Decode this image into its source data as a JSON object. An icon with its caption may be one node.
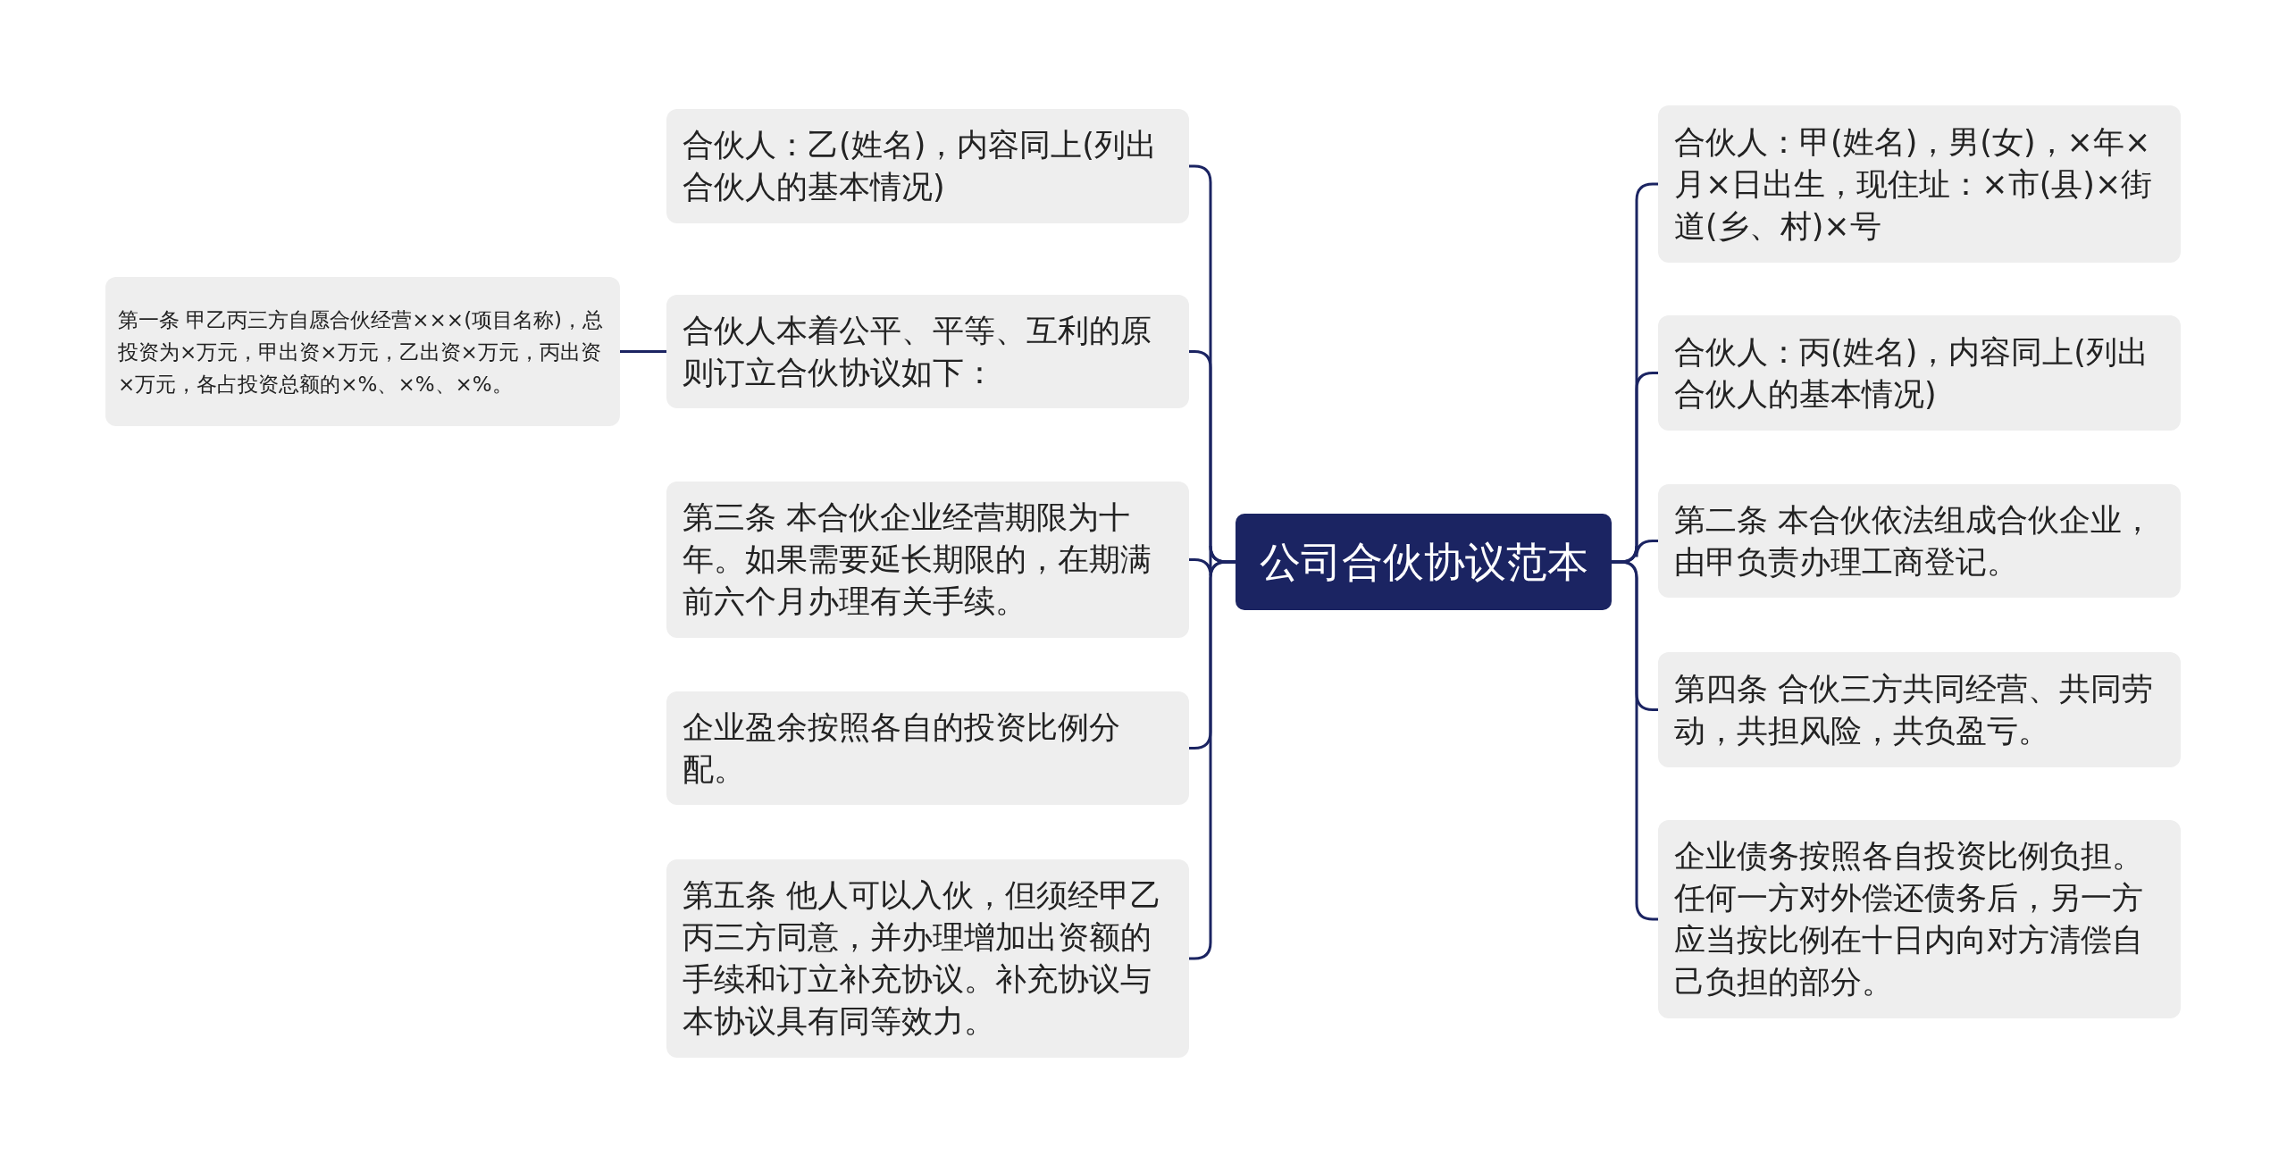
{
  "diagram": {
    "nodes": [
      {
        "text": [
          "公司合伙协议范本"
        ]
      },
      {
        "text": [
          "合伙人：乙(姓名)，内容同上(列出合伙人的基本情况)"
        ]
      },
      {
        "text": [
          "合伙人本着公平、平等、互利的原则订立合伙协议如下："
        ]
      },
      {
        "text": [
          "第三条 本合伙企业经营期限为十年。如果需要延长期限的，在期满前六个月办理有关手续。"
        ]
      },
      {
        "text": [
          "企业盈余按照各自的投资比例分配。"
        ]
      },
      {
        "text": [
          "第五条 他人可以入伙，但须经甲乙丙三方同意，并办理增加出资额的手续和订立补充协议。补充协议与本协议具有同等效力。"
        ]
      },
      {
        "text": [
          "第一条 甲乙丙三方自愿合伙经营×××(项目名称)，总投资为×万元，甲出资×万元，乙出资×万元，丙出资×万元，各占投资总额的×%、×%、×%。"
        ]
      },
      {
        "text": [
          "合伙人：甲(姓名)，男(女)，×年×月×日出生，现住址：×市(县)×街道(乡、村)×号"
        ]
      },
      {
        "text": [
          "合伙人：丙(姓名)，内容同上(列出合伙人的基本情况)"
        ]
      },
      {
        "text": [
          "第二条 本合伙依法组成合伙企业，由甲负责办理工商登记。"
        ]
      },
      {
        "text": [
          "第四条 合伙三方共同经营、共同劳动，共担风险，共负盈亏。"
        ]
      },
      {
        "text": [
          "企业债务按照各自投资比例负担。任何一方对外偿还债务后，另一方应当按比例在十日内向对方清偿自己负担的部分。"
        ]
      }
    ],
    "edges": [
      {
        "from": 0,
        "to": 1,
        "arrow": "none"
      },
      {
        "from": 0,
        "to": 2,
        "arrow": "none"
      },
      {
        "from": 0,
        "to": 3,
        "arrow": "none"
      },
      {
        "from": 0,
        "to": 4,
        "arrow": "none"
      },
      {
        "from": 0,
        "to": 5,
        "arrow": "none"
      },
      {
        "from": 2,
        "to": 6,
        "arrow": "none"
      },
      {
        "from": 0,
        "to": 7,
        "arrow": "none"
      },
      {
        "from": 0,
        "to": 8,
        "arrow": "none"
      },
      {
        "from": 0,
        "to": 9,
        "arrow": "none"
      },
      {
        "from": 0,
        "to": 10,
        "arrow": "none"
      },
      {
        "from": 0,
        "to": 11,
        "arrow": "none"
      }
    ]
  }
}
